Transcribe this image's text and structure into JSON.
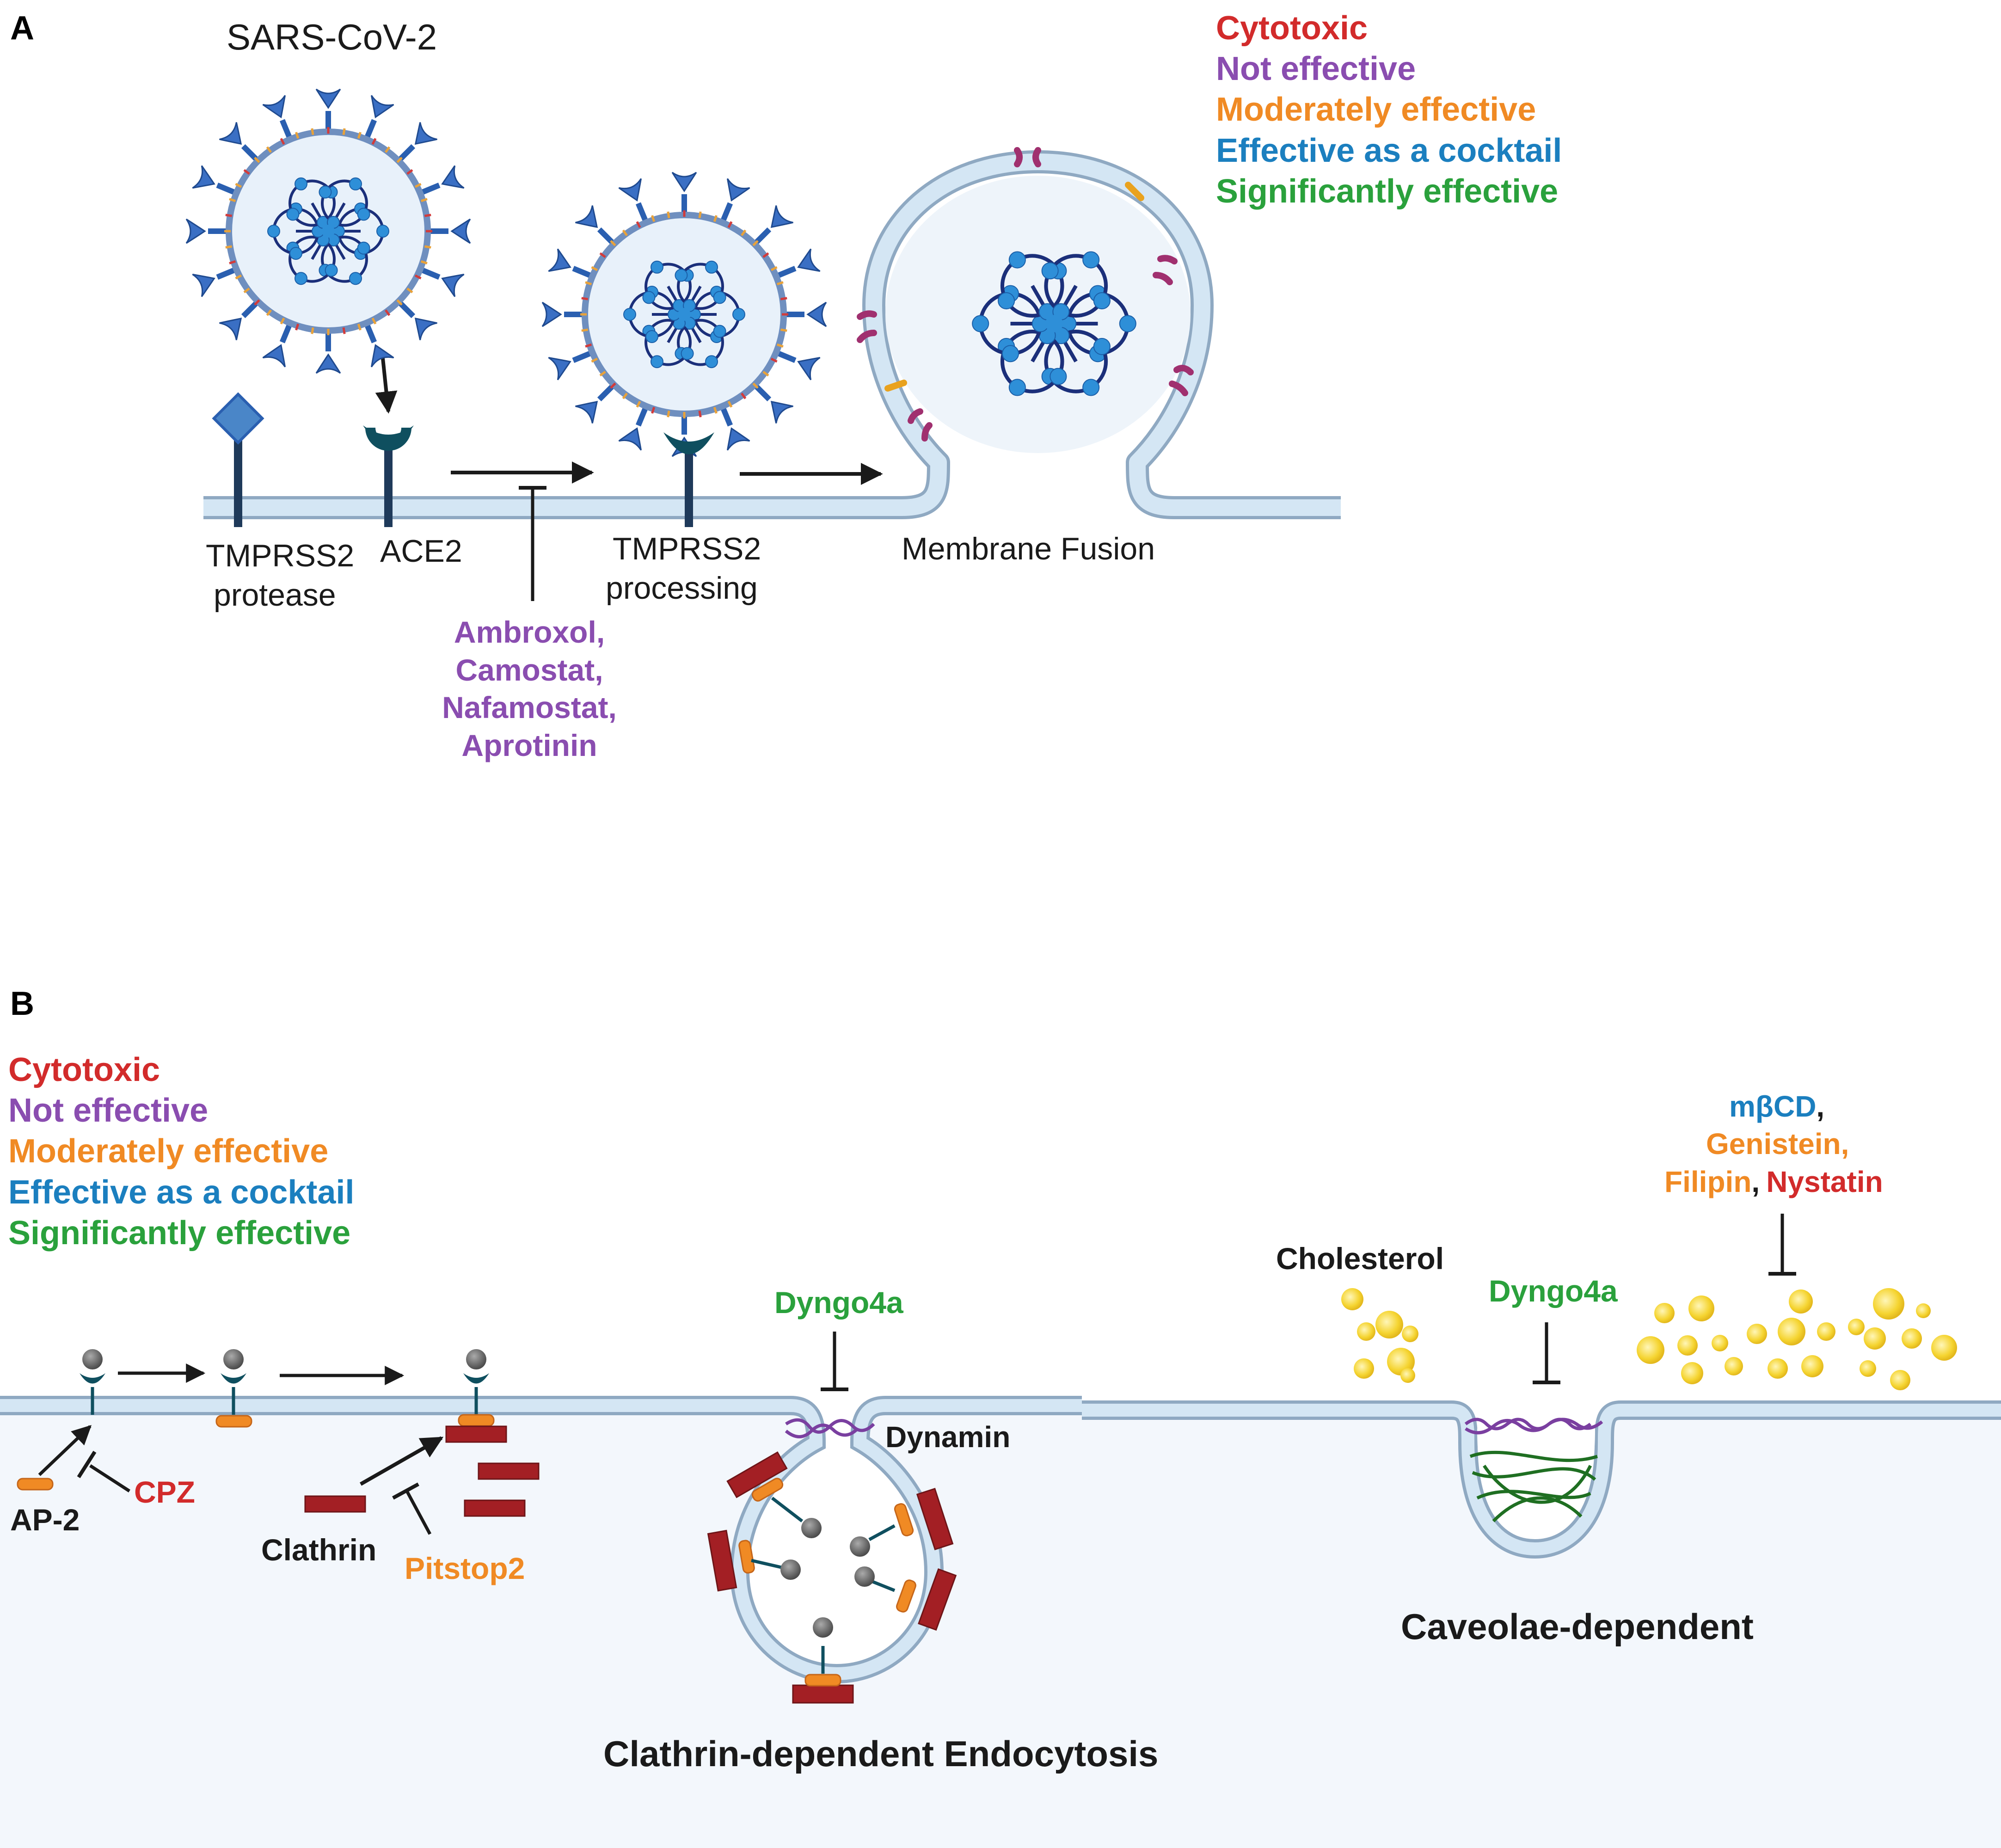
{
  "colors": {
    "cytotoxic": "#d22b2b",
    "not_effective": "#8a4db0",
    "moderately_effective": "#f08a24",
    "effective_cocktail": "#1b7fbf",
    "significantly_effective": "#2aa13c",
    "membrane_fill": "#cfe2f0",
    "membrane_line": "#8fa9c2",
    "cytoplasm": "#f3f7fc",
    "virus_blue": "#2a5fb0",
    "receptor_dark": "#1f3a5a",
    "ace2_teal": "#0f4f5f",
    "clathrin": "#a31f24",
    "ap2": "#f08a24",
    "caveolin": "#1f6f22",
    "cholesterol": "#f5d430",
    "dynamin": "#7a3fa0"
  },
  "panel_a": {
    "letter": "A",
    "virus_title": "SARS-CoV-2",
    "legend": [
      "Cytotoxic",
      "Not effective",
      "Moderately effective",
      "Effective as a cocktail",
      "Significantly effective"
    ],
    "tmprss2_line1": "TMPRSS2",
    "tmprss2_line2": "protease",
    "ace2": "ACE2",
    "processing_line1": "TMPRSS2",
    "processing_line2": "processing",
    "fusion": "Membrane Fusion",
    "inhibitors": [
      "Ambroxol,",
      "Camostat,",
      "Nafamostat,",
      "Aprotinin"
    ]
  },
  "panel_b": {
    "letter": "B",
    "legend": [
      "Cytotoxic",
      "Not effective",
      "Moderately effective",
      "Effective as a cocktail",
      "Significantly effective"
    ],
    "ap2": "AP-2",
    "cpz": "CPZ",
    "clathrin": "Clathrin",
    "pitstop2": "Pitstop2",
    "dyngo_clathrin": "Dyngo4a",
    "dynamin": "Dynamin",
    "clathrin_title": "Clathrin-dependent Endocytosis",
    "cholesterol": "Cholesterol",
    "dyngo_caveolae": "Dyngo4a",
    "mbcd": "mβCD",
    "comma": ",",
    "genistein": "Genistein,",
    "filipin": "Filipin",
    "nystatin": "Nystatin",
    "caveolae_title": "Caveolae-dependent"
  }
}
